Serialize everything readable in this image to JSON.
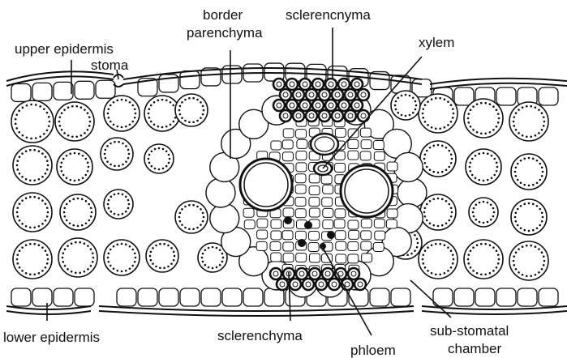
{
  "diagram": {
    "labels": {
      "upper_epidermis": "upper epidermis",
      "stoma": "stoma",
      "border_parenchyma_line1": "border",
      "border_parenchyma_line2": "parenchyma",
      "sclerenchyma_top": "sclerencnyma",
      "xylem": "xylem",
      "lower_epidermis": "lower epidermis",
      "sclerenchyma_bottom": "sclerenchyma",
      "phloem": "phloem",
      "sub_stomatal_line1": "sub-stomatal",
      "sub_stomatal_line2": "chamber"
    }
  }
}
